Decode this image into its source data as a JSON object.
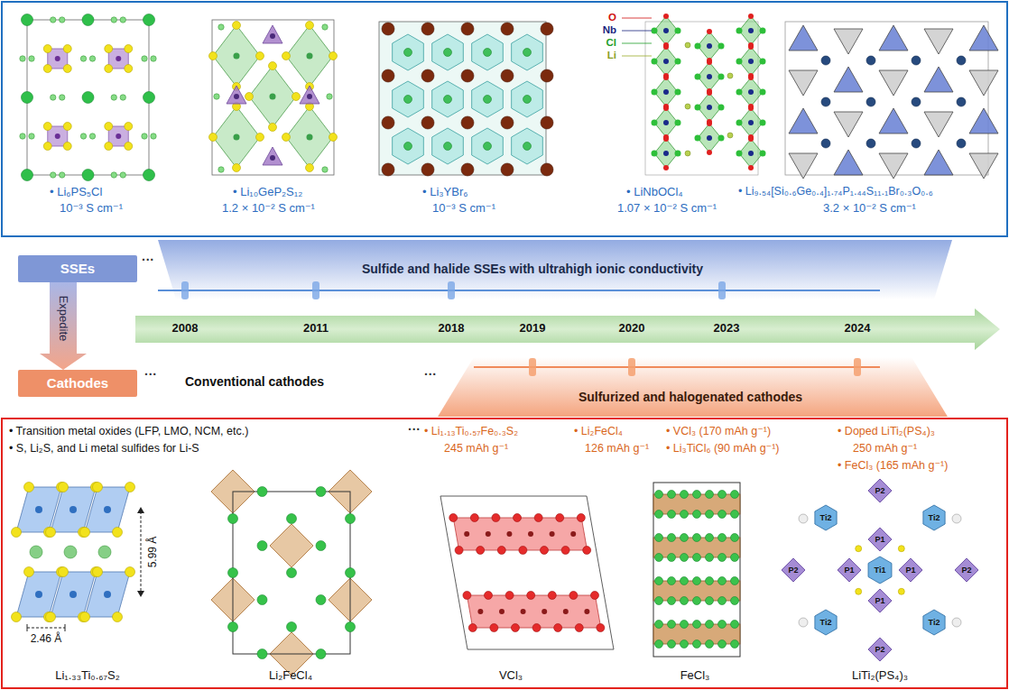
{
  "diagram": {
    "nodes": [
      {
        "text": [
          "Sulfide and halide SSEs with ultrahigh ionic conductivity"
        ]
      },
      {
        "text": [
          "SSEs"
        ]
      },
      {
        "text": [
          "2008",
          "2011",
          "2018",
          "2019",
          "2020",
          "2023",
          "2024"
        ]
      },
      {
        "text": [
          "Cathodes"
        ]
      },
      {
        "text": [
          "Sulfurized and halogenated cathodes"
        ]
      }
    ],
    "edges": [
      {
        "from": 1,
        "to": 3,
        "arrow": "to",
        "label": "Expedite"
      }
    ],
    "labels": [
      "• Li₆PS₅Cl",
      "10⁻³ S cm⁻¹",
      "• Li₁₀GeP₂S₁₂",
      "1.2 × 10⁻² S cm⁻¹",
      "• Li₃YBr₆",
      "10⁻³ S cm⁻¹",
      "O",
      "Nb",
      "Cl",
      "Li",
      "• LiNbOCl₄",
      "1.07 × 10⁻² S cm⁻¹",
      "• Li₉.₅₄[Si₀.₆Ge₀.₄]₁.₇₄P₁.₄₄S₁₁.₁Br₀.₃O₀.₆",
      "3.2 × 10⁻² S cm⁻¹",
      "···",
      "···",
      "Conventional cathodes",
      "···",
      "• Transition metal oxides (LFP, LMO, NCM, etc.)",
      "• S, Li₂S, and Li metal sulfides for Li-S",
      "···",
      "• Li₁.₁₃Ti₀.₅₇Fe₀.₃S₂",
      "245 mAh g⁻¹",
      "• Li₂FeCl₄",
      "126 mAh g⁻¹",
      "• VCl₃ (170 mAh g⁻¹)",
      "• Li₃TiCl₆ (90 mAh g⁻¹)",
      "• Doped LiTi₂(PS₄)₃",
      "250 mAh g⁻¹",
      "• FeCl₃ (165 mAh g⁻¹)",
      "5.99 Å",
      "2.46 Å",
      "Li₁.₃₃Ti₀.₆₇S₂",
      "Li₂FeCl₄",
      "VCl₃",
      "FeCl₃",
      "LiTi₂(PS₄)₃",
      "Ti1",
      "Ti2",
      "Ti2",
      "Ti2",
      "Ti2",
      "P1",
      "P1",
      "P1",
      "P1",
      "P2",
      "P2",
      "P2",
      "P2"
    ]
  }
}
